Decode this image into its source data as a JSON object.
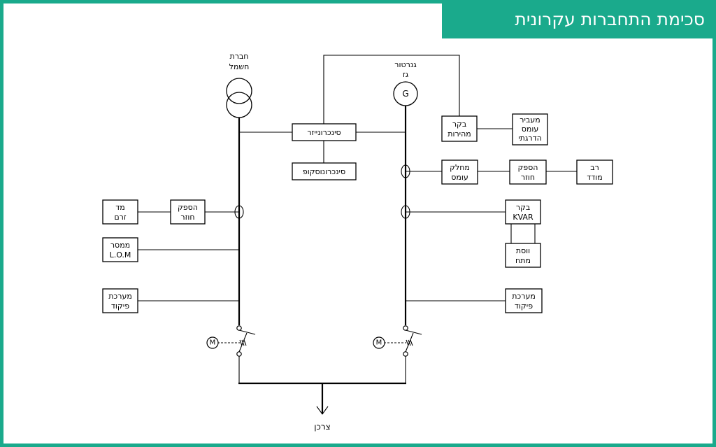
{
  "title": "סכימת התחברות עקרונית",
  "colors": {
    "accent": "#1aaa8c",
    "line": "#000000",
    "background": "#ffffff"
  },
  "sources": {
    "utility": [
      "חברת",
      "חשמל"
    ],
    "generator": [
      "גנרטור",
      "גז"
    ],
    "generator_symbol": "G"
  },
  "boxes": {
    "synchronizer": [
      "סינכרונייזר"
    ],
    "synchroscope": [
      "סינכרונוסקופ"
    ],
    "speed_controller": [
      "בקר",
      "מהירות"
    ],
    "step_load_transducer": [
      "מעביר",
      "עומס",
      "הדרגתי"
    ],
    "load_sharer": [
      "מחלק",
      "עומס"
    ],
    "relay_left": [
      "הספק",
      "חוזר"
    ],
    "current_meter": [
      "מד",
      "זרם"
    ],
    "lom_relay": [
      "ממסר",
      "L.O.M"
    ],
    "control_left": [
      "מערכת",
      "פיקוד"
    ],
    "relay_right": [
      "הספק",
      "חוזר"
    ],
    "multimeter": [
      "רב",
      "מודד"
    ],
    "kvar_controller": [
      "בקר",
      "KVAR"
    ],
    "voltage_regulator": [
      "ווסת",
      "מתח"
    ],
    "control_right": [
      "מערכת",
      "פיקוד"
    ]
  },
  "motor_symbol": "M",
  "consumer": "צרכן"
}
